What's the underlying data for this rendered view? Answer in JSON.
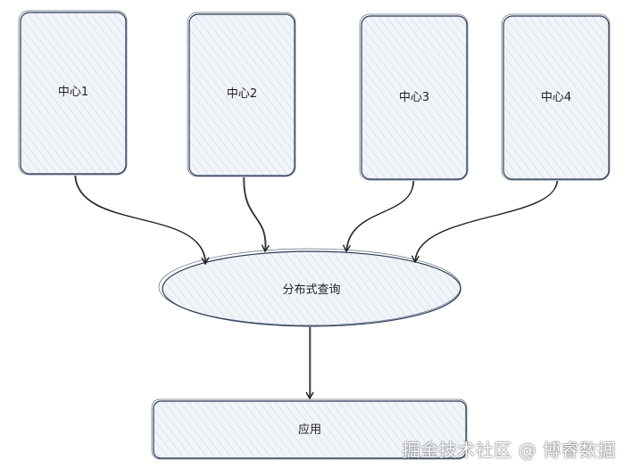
{
  "diagram": {
    "nodes": {
      "center1": "中心1",
      "center2": "中心2",
      "center3": "中心3",
      "center4": "中心4",
      "query": "分布式查询",
      "app": "应用"
    },
    "colors": {
      "box_stroke": "#2b3a55",
      "box_fill": "#f1f5f9",
      "hatch": "#c9d3de",
      "arrow": "#1e1e1e"
    }
  },
  "watermark": "掘金技术社区 @ 博睿数据"
}
